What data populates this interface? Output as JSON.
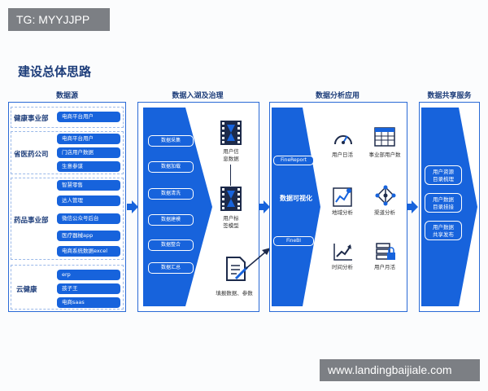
{
  "watermark_top": "TG: MYYJJPP",
  "watermark_bottom": "www.landingbaijiale.com",
  "title": "建设总体思路",
  "sections": {
    "source": "数据源",
    "ingest": "数据入湖及治理",
    "analysis": "数据分析应用",
    "share": "数据共享服务"
  },
  "source_groups": {
    "g1": {
      "label": "健康事业部",
      "items": [
        "电商平台用户"
      ]
    },
    "g2": {
      "label": "省医药公司",
      "items": [
        "电商平台用户",
        "门店用户数据",
        "生意参谋"
      ]
    },
    "g3": {
      "label": "药品事业部",
      "items": [
        "智慧零售",
        "达人管理",
        "微信公众号后台",
        "医疗器械app",
        "电商系统数据excel"
      ]
    },
    "g4": {
      "label": "云健康",
      "items": [
        "erp",
        "孩子王",
        "电商saas"
      ]
    }
  },
  "ingest": {
    "steps": [
      "数据采集",
      "数据加载",
      "数据清洗",
      "数据建模",
      "数据整合",
      "数据汇总"
    ],
    "icon1_label_a": "用户信",
    "icon1_label_b": "息数据",
    "icon2_label_a": "用户标",
    "icon2_label_b": "签模型",
    "doc_label": "填报数据、参数"
  },
  "analysis": {
    "tools": [
      "FineReport",
      "FineBI"
    ],
    "center": "数据可视化",
    "items": [
      "用户日活",
      "事业部用户数",
      "地域分析",
      "渠道分析",
      "时间分析",
      "用户月活"
    ]
  },
  "share": {
    "items": [
      {
        "a": "用户资源",
        "b": "目录梳理"
      },
      {
        "a": "用户数据",
        "b": "目录挂接"
      },
      {
        "a": "用户数据",
        "b": "共享发布"
      }
    ]
  },
  "colors": {
    "primary": "#1763dc",
    "border": "#2a6ad6",
    "text": "#1d3d7a"
  }
}
